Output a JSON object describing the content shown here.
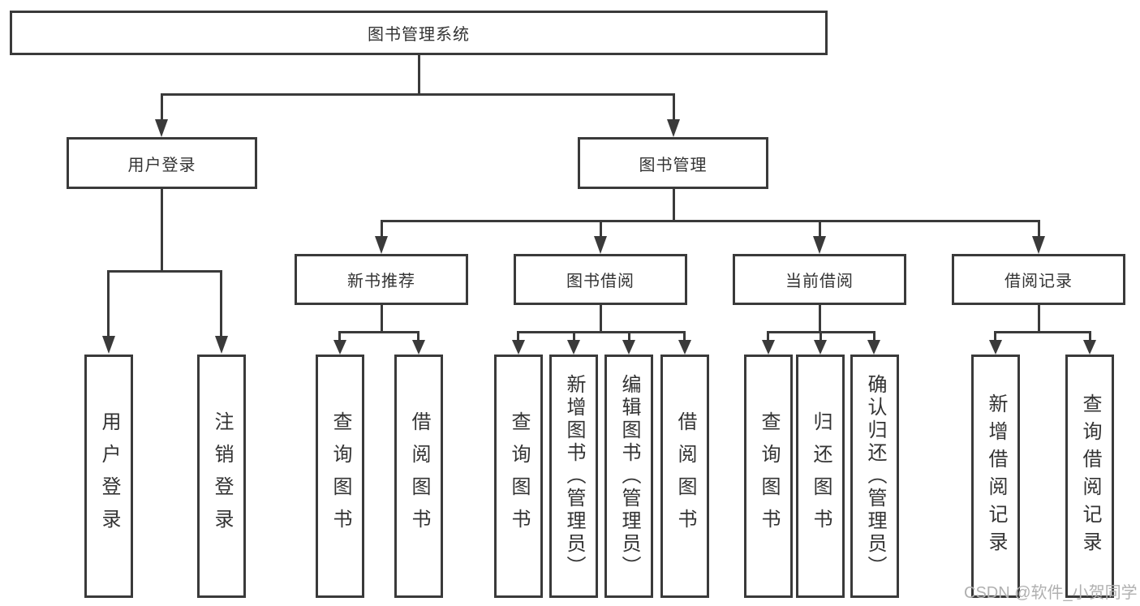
{
  "diagram": {
    "root": {
      "label": "图书管理系统",
      "children": [
        {
          "label": "用户登录",
          "children": [
            {
              "label": "用户登录"
            },
            {
              "label": "注销登录"
            }
          ]
        },
        {
          "label": "图书管理",
          "children": [
            {
              "label": "新书推荐",
              "children": [
                {
                  "label": "查询图书"
                },
                {
                  "label": "借阅图书"
                }
              ]
            },
            {
              "label": "图书借阅",
              "children": [
                {
                  "label": "查询图书"
                },
                {
                  "label": "新增图书（管理员）"
                },
                {
                  "label": "编辑图书（管理员）"
                },
                {
                  "label": "借阅图书"
                }
              ]
            },
            {
              "label": "当前借阅",
              "children": [
                {
                  "label": "查询图书"
                },
                {
                  "label": "归还图书"
                },
                {
                  "label": "确认归还（管理员）"
                }
              ]
            },
            {
              "label": "借阅记录",
              "children": [
                {
                  "label": "新增借阅记录"
                },
                {
                  "label": "查询借阅记录"
                }
              ]
            }
          ]
        }
      ]
    }
  },
  "watermark": {
    "text": "CSDN @软件_小贺同学"
  },
  "colors": {
    "line": "#3a3a3a",
    "text": "#333333",
    "watermark": "#b0b0b0",
    "background": "#ffffff"
  }
}
